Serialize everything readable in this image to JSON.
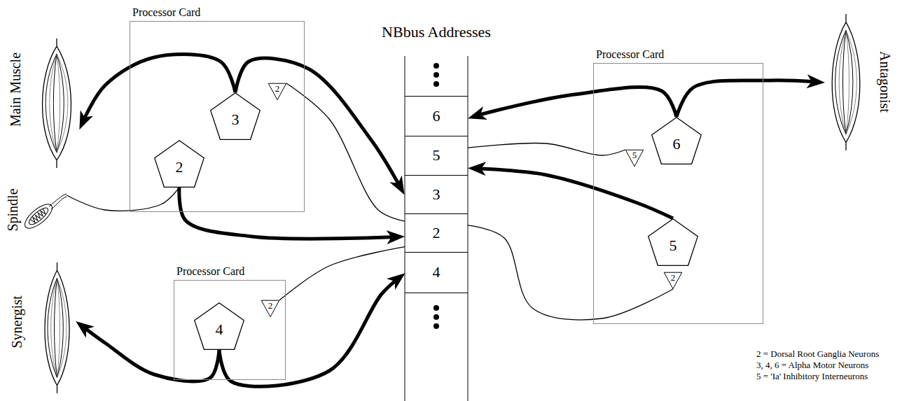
{
  "diagram": {
    "title": "NBbus Addresses",
    "nodes": [
      {
        "text": [
          "Processor Card"
        ]
      },
      {
        "text": [
          "3"
        ],
        "in": 0
      },
      {
        "text": [
          "2"
        ],
        "in": 0
      },
      {
        "text": [
          "2"
        ],
        "in": 0
      },
      {
        "text": [
          "Processor Card"
        ]
      },
      {
        "text": [
          "6"
        ],
        "in": 4
      },
      {
        "text": [
          "5"
        ],
        "in": 4
      },
      {
        "text": [
          "5"
        ],
        "in": 4
      },
      {
        "text": [
          "2"
        ],
        "in": 4
      },
      {
        "text": [
          "Processor Card"
        ]
      },
      {
        "text": [
          "4"
        ],
        "in": 9
      },
      {
        "text": [
          "2"
        ],
        "in": 9
      },
      {
        "text": [
          "6"
        ]
      },
      {
        "text": [
          "5"
        ]
      },
      {
        "text": [
          "3"
        ]
      },
      {
        "text": [
          "2"
        ]
      },
      {
        "text": [
          "4"
        ]
      },
      {
        "text": [
          "Main Muscle"
        ]
      },
      {
        "text": [
          "Spindle"
        ]
      },
      {
        "text": [
          "Synergist"
        ]
      },
      {
        "text": [
          "Antagonist"
        ]
      }
    ],
    "edges": [
      {
        "from": 1,
        "to": 17,
        "arrow": "to"
      },
      {
        "from": 1,
        "to": 14,
        "arrow": "to"
      },
      {
        "from": 18,
        "to": 3,
        "arrow": "none"
      },
      {
        "from": 3,
        "to": 15,
        "arrow": "to"
      },
      {
        "from": 2,
        "to": 15,
        "arrow": "none"
      },
      {
        "from": 5,
        "to": 12,
        "arrow": "to"
      },
      {
        "from": 5,
        "to": 20,
        "arrow": "to"
      },
      {
        "from": 6,
        "to": 13,
        "arrow": "none"
      },
      {
        "from": 7,
        "to": 13,
        "arrow": "to"
      },
      {
        "from": 8,
        "to": 15,
        "arrow": "none"
      },
      {
        "from": 10,
        "to": 19,
        "arrow": "to"
      },
      {
        "from": 10,
        "to": 16,
        "arrow": "to"
      },
      {
        "from": 11,
        "to": 15,
        "arrow": "none"
      }
    ],
    "legend": [
      {
        "text": "2 = Dorsal Root Ganglia Neurons"
      },
      {
        "text": "3, 4, 6 = Alpha Motor Neurons"
      },
      {
        "text": "5 = 'Ia' Inhibitory Interneurons"
      }
    ]
  }
}
